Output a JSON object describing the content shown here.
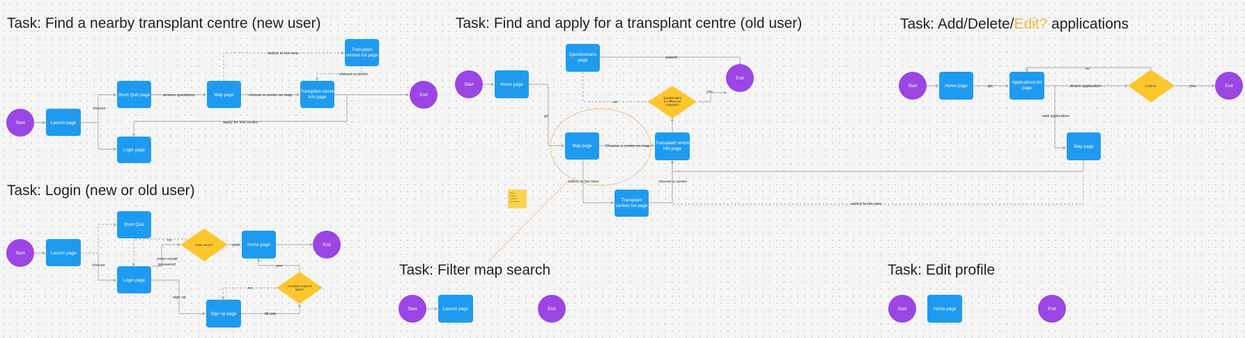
{
  "titles": {
    "t1": "Task: Find a nearby transplant centre (new user)",
    "t2": "Task: Find and apply for a transplant centre (old user)",
    "t3_pre": "Task: Add/Delete/",
    "t3_accent": "Edit?",
    "t3_post": " applications",
    "t4": "Task: Login (new or old user)",
    "t5": "Task: Filter map search",
    "t6": "Task: Edit profile"
  },
  "nodes": {
    "f1_start": "Start",
    "f1_launch": "Launch page",
    "f1_quiz": "Short Quiz page",
    "f1_login": "Login page",
    "f1_map": "Map page",
    "f1_list_1": "Transplant",
    "f1_list_2": "centres list page",
    "f1_info_1": "Transplant centre",
    "f1_info_2": "info page",
    "f1_end": "End",
    "f2_start": "Start",
    "f2_home": "Home page",
    "f2_quest_1": "Questionnaire",
    "f2_quest_2": "page",
    "f2_diamond_1": "Questionnaire",
    "f2_diamond_2": "pre-filled and",
    "f2_diamond_3": "complete?",
    "f2_end": "End",
    "f2_map": "Map page",
    "f2_info_1": "Transplant centre",
    "f2_info_2": "info page",
    "f2_list_1": "Transplant",
    "f2_list_2": "centres list page",
    "f3_start": "Start",
    "f3_home": "Home page",
    "f3_apps_1": "Applications list",
    "f3_apps_2": "page",
    "f3_diamond": "Confirm?",
    "f3_end": "End",
    "f3_map": "Map page",
    "f4_start": "Start",
    "f4_launch": "Launch page",
    "f4_quiz": "Short Quiz",
    "f4_login": "Login page",
    "f4_diamond": "Data correct?",
    "f4_home": "Home page",
    "f4_end": "End",
    "f4_signup": "Sign up page",
    "f4_diamond2_1": "Complete required",
    "f4_diamond2_2": "fields?",
    "f5_start": "Start",
    "f5_launch": "Launch page",
    "f5_end": "End",
    "f6_start": "Start",
    "f6_home": "Home page",
    "f6_end": "End"
  },
  "edges": {
    "f1_choose": "choose",
    "f1_answer": "answer questions",
    "f1_choose_map": "choose a centre on map",
    "f1_switch": "switch to list view",
    "f1_choose_centre": "choose a centre",
    "f1_apply": "apply for this centre",
    "f2_submit": "submit",
    "f2_no": "no",
    "f2_yes": "yes",
    "f2_go": "go",
    "f2_choose_map": "Choose a centre on map",
    "f2_switch": "switch to list view",
    "f2_choose_centre": "choose a centre",
    "f2_switch_long": "switch to list view",
    "f3_go": "go",
    "f3_no": "no",
    "f3_delete": "delete application",
    "f3_yes": "yes",
    "f3_add": "add application",
    "f4_no": "no",
    "f4_yes": "yes",
    "f4_choose": "choose",
    "f4_enter_1": "enter email/",
    "f4_enter_2": "password",
    "f4_yes2": "yes",
    "f4_no2": "no",
    "f4_signup": "sign up",
    "f4_fill": "fill info"
  },
  "sticky_note": [
    "This is",
    "a sticky",
    "note with",
    "a comment"
  ],
  "colors": {
    "node": "#1e9bf0",
    "circle": "#9b45e4",
    "decision": "#fcc72c",
    "accent": "#f5b82e",
    "edge": "#a8a8a8"
  }
}
